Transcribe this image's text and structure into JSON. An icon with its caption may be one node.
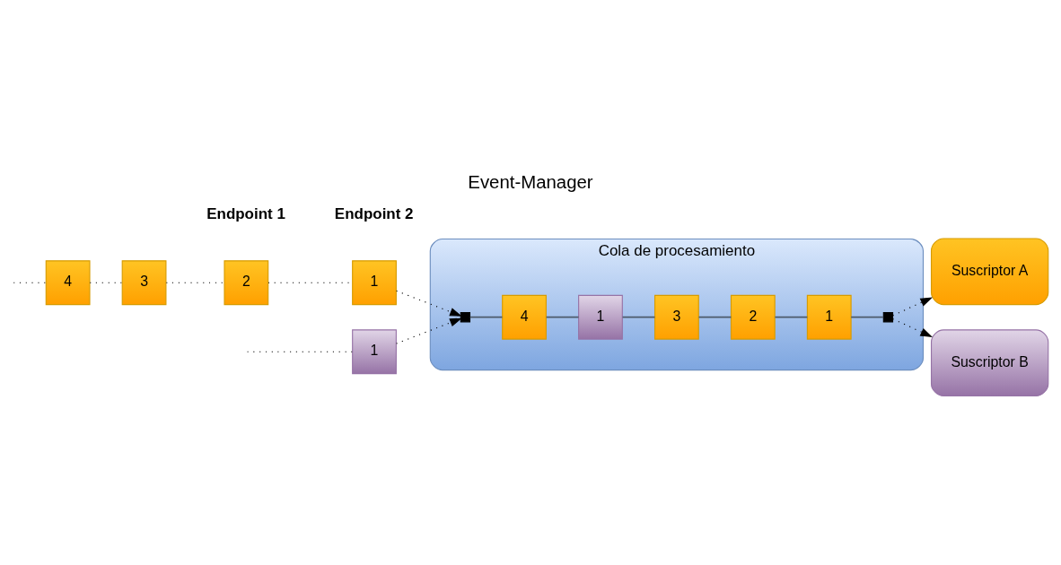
{
  "diagram": {
    "title": "Event-Manager",
    "nodes": [
      {
        "text": [
          "Cola de procesamiento"
        ]
      },
      {
        "text": [
          "4"
        ]
      },
      {
        "text": [
          "3"
        ]
      },
      {
        "text": [
          "2"
        ]
      },
      {
        "text": [
          "1"
        ]
      },
      {
        "text": [
          "1"
        ]
      },
      {
        "text": [],
        "shape": "box",
        "in": 0
      },
      {
        "text": [
          "4"
        ],
        "in": 0
      },
      {
        "text": [
          "1"
        ],
        "in": 0
      },
      {
        "text": [
          "3"
        ],
        "in": 0
      },
      {
        "text": [
          "2"
        ],
        "in": 0
      },
      {
        "text": [
          "1"
        ],
        "in": 0
      },
      {
        "text": [],
        "shape": "box",
        "in": 0
      },
      {
        "text": [
          "Suscriptor A"
        ]
      },
      {
        "text": [
          "Suscriptor B"
        ]
      }
    ],
    "edges": [
      {
        "from": null,
        "to": 1,
        "arrow": "none",
        "style": "dashed"
      },
      {
        "from": 1,
        "to": 2,
        "arrow": "none",
        "style": "dashed"
      },
      {
        "from": 2,
        "to": 3,
        "arrow": "none",
        "style": "dashed"
      },
      {
        "from": 3,
        "to": 4,
        "arrow": "none",
        "style": "dashed"
      },
      {
        "from": 4,
        "to": 6,
        "arrow": "to",
        "style": "dashed"
      },
      {
        "from": null,
        "to": 5,
        "arrow": "none",
        "style": "dashed"
      },
      {
        "from": 5,
        "to": 6,
        "arrow": "to",
        "style": "dashed"
      },
      {
        "from": 6,
        "to": 7,
        "arrow": "none",
        "color": "#4d5b6b"
      },
      {
        "from": 7,
        "to": 8,
        "arrow": "none",
        "color": "#4d5b6b"
      },
      {
        "from": 8,
        "to": 9,
        "arrow": "none",
        "color": "#4d5b6b"
      },
      {
        "from": 9,
        "to": 10,
        "arrow": "none",
        "color": "#4d5b6b"
      },
      {
        "from": 10,
        "to": 11,
        "arrow": "none",
        "color": "#4d5b6b"
      },
      {
        "from": 11,
        "to": 12,
        "arrow": "none",
        "color": "#4d5b6b"
      },
      {
        "from": 12,
        "to": 13,
        "arrow": "to",
        "style": "dashed"
      },
      {
        "from": 12,
        "to": 14,
        "arrow": "to",
        "style": "dashed"
      }
    ],
    "labels": [
      "Endpoint 1",
      "Endpoint 2"
    ]
  }
}
